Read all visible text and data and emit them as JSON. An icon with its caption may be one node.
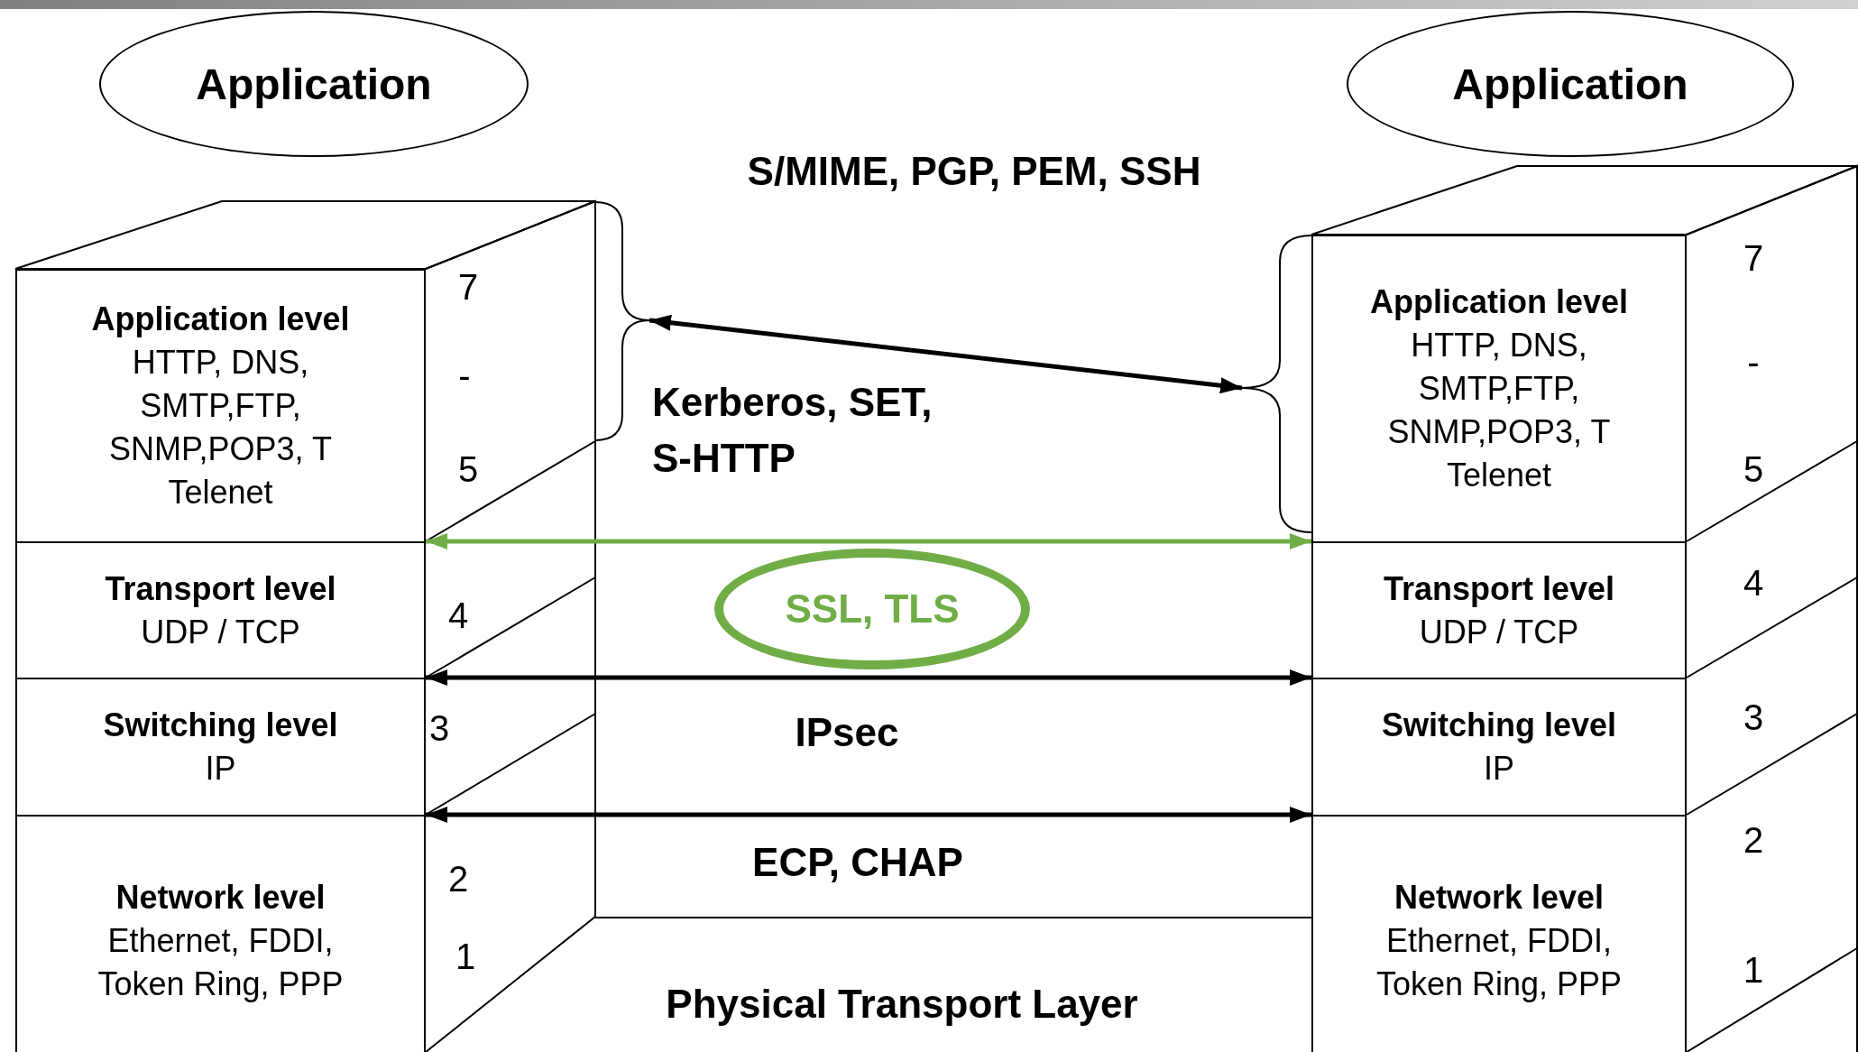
{
  "diagram": {
    "nodes": [
      {
        "text": [
          "Application"
        ]
      },
      {
        "text": [
          "Application"
        ]
      },
      {
        "text": [
          "Application level",
          "HTTP, DNS, SMTP,FTP, SNMP,POP3, T Telenet"
        ]
      },
      {
        "text": [
          "Transport level",
          "UDP / TCP"
        ]
      },
      {
        "text": [
          "Switching level",
          "IP"
        ]
      },
      {
        "text": [
          "Network level",
          "Ethernet, FDDI, Token Ring, PPP"
        ]
      },
      {
        "text": [
          "Application level",
          "HTTP, DNS, SMTP,FTP, SNMP,POP3, T Telenet"
        ]
      },
      {
        "text": [
          "Transport level",
          "UDP / TCP"
        ]
      },
      {
        "text": [
          "Switching level",
          "IP"
        ]
      },
      {
        "text": [
          "Network level",
          "Ethernet, FDDI, Token Ring, PPP"
        ]
      },
      {
        "text": [
          "SSL, TLS"
        ]
      },
      {
        "text": [
          "Physical Transport Layer"
        ]
      },
      {
        "text": [],
        "shape": "brace"
      },
      {
        "text": [],
        "shape": "brace"
      }
    ],
    "edges": [
      {
        "from": 12,
        "to": 13,
        "arrow": "both"
      },
      {
        "from": 3,
        "to": 7,
        "arrow": "both",
        "color": "#70ad47"
      },
      {
        "from": 4,
        "to": 8,
        "arrow": "both"
      },
      {
        "from": 5,
        "to": 9,
        "arrow": "both"
      }
    ],
    "labels": [
      "S/MIME, PGP, PEM, SSH",
      "Kerberos, SET, S-HTTP",
      "IPsec",
      "ECP, CHAP",
      "7",
      "-",
      "5",
      "4",
      "3",
      "2",
      "1",
      "7",
      "-",
      "5",
      "4",
      "3",
      "2",
      "1"
    ]
  }
}
